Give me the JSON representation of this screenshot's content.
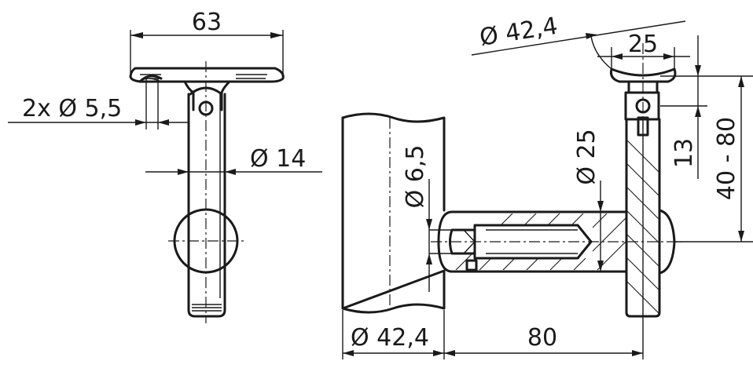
{
  "dimensions": {
    "width_63": "63",
    "holes": "2x Ø 5,5",
    "tube_diameter": "Ø 14",
    "saddle_diameter": "Ø 42,4",
    "saddle_width": "25",
    "pin_diameter": "Ø 25",
    "offset_13": "13",
    "height_range": "40 - 80",
    "screw_diameter": "Ø 6,5",
    "post_diameter": "Ø 42,4",
    "length_80": "80"
  }
}
